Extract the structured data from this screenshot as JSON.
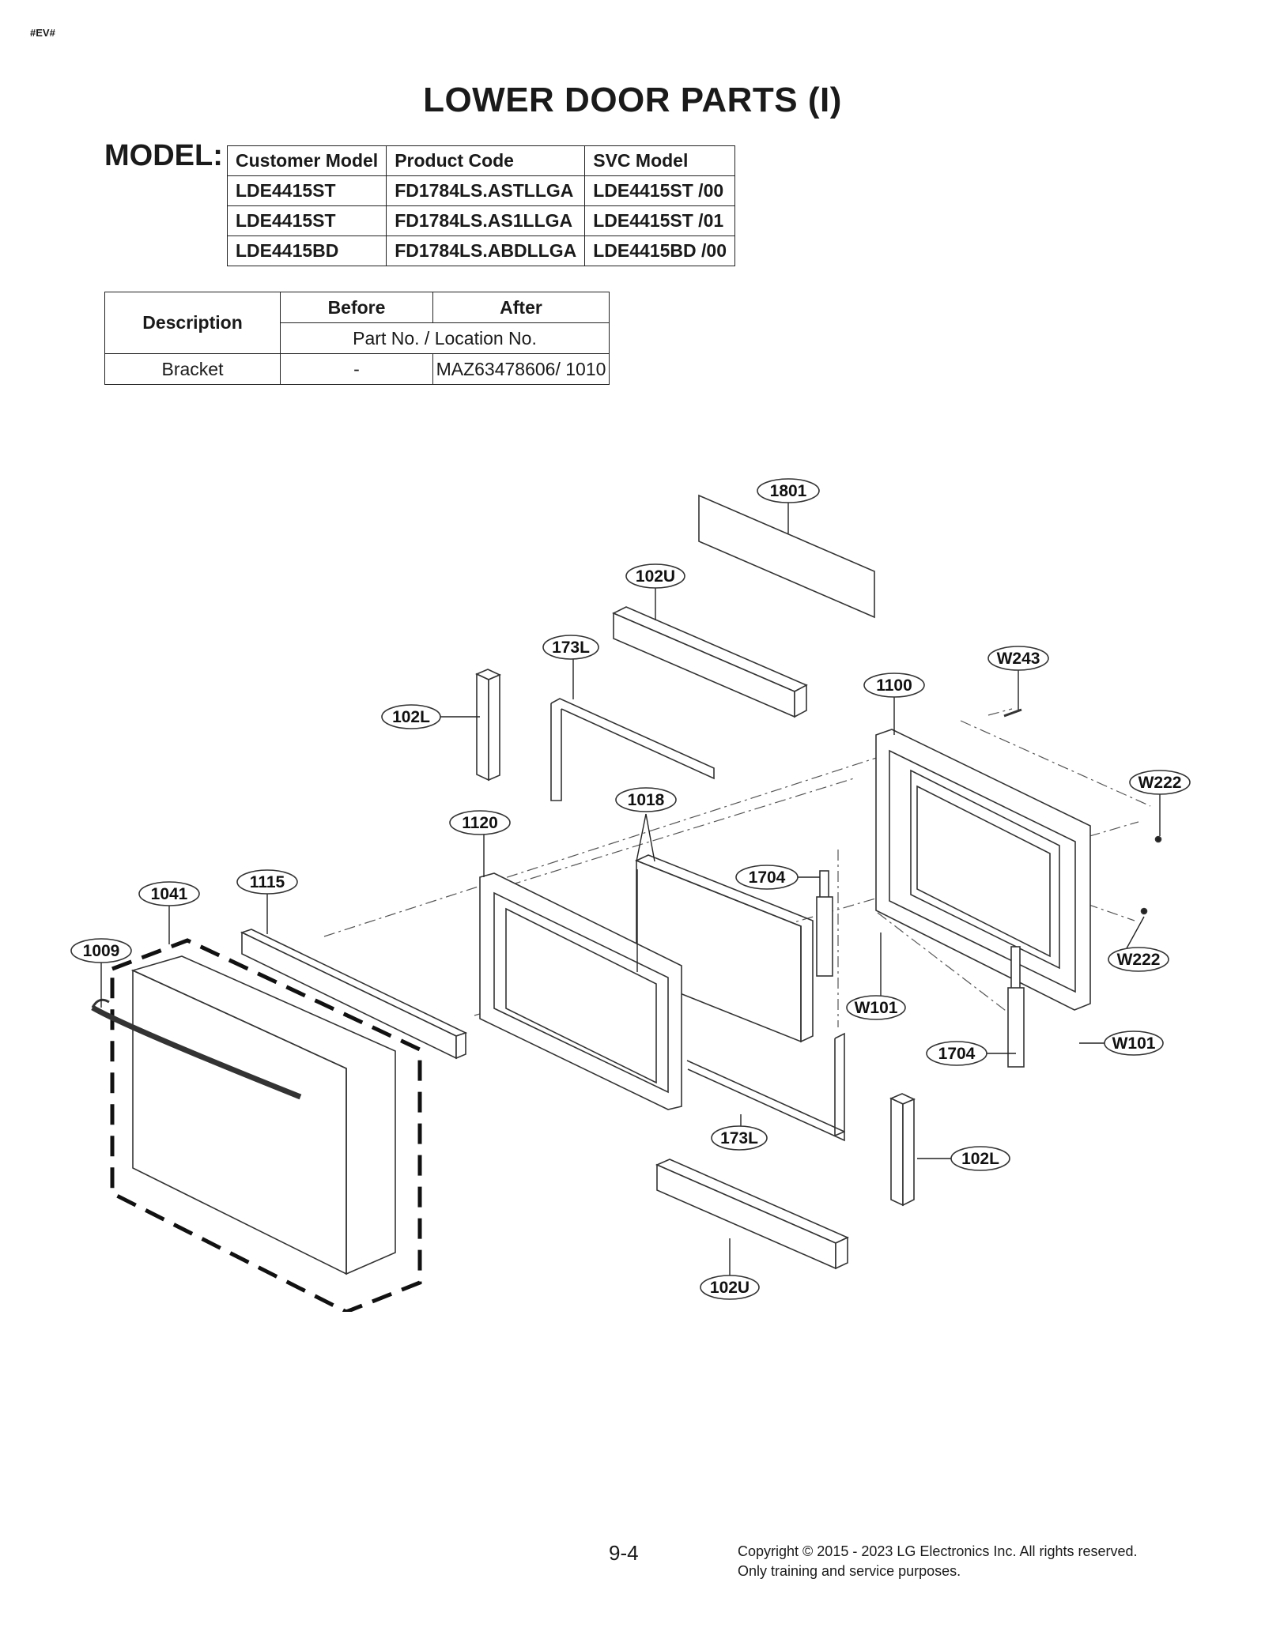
{
  "doc_tag": "#EV#",
  "title": "LOWER DOOR PARTS (I)",
  "model_label": "MODEL:",
  "model_table": {
    "headers": [
      "Customer Model",
      "Product Code",
      "SVC Model"
    ],
    "rows": [
      [
        "LDE4415ST",
        "FD1784LS.ASTLLGA",
        "LDE4415ST /00"
      ],
      [
        "LDE4415ST",
        "FD1784LS.AS1LLGA",
        "LDE4415ST /01"
      ],
      [
        "LDE4415BD",
        "FD1784LS.ABDLLGA",
        "LDE4415BD /00"
      ]
    ]
  },
  "change_table": {
    "headers": [
      "Description",
      "Before",
      "After"
    ],
    "subheader": "Part No. / Location No.",
    "rows": [
      [
        "Bracket",
        "-",
        "MAZ63478606/ 1010"
      ]
    ]
  },
  "diagram": {
    "callouts": {
      "c1801": "1801",
      "c102u_top": "102U",
      "c173l_top": "173L",
      "cw243": "W243",
      "c1100": "1100",
      "c102l_top": "102L",
      "cw222_top": "W222",
      "c1018": "1018",
      "c1120": "1120",
      "c1704_left": "1704",
      "c1115": "1115",
      "c1041": "1041",
      "c1009": "1009",
      "cw222_bottom": "W222",
      "cw101_left": "W101",
      "cw101_right": "W101",
      "c1704_right": "1704",
      "c173l_bottom": "173L",
      "c102l_bottom": "102L",
      "c102u_bottom": "102U"
    }
  },
  "page_number": "9-4",
  "copyright_line1": "Copyright © 2015 - 2023 LG Electronics Inc. All rights reserved.",
  "copyright_line2": "Only training and service purposes."
}
